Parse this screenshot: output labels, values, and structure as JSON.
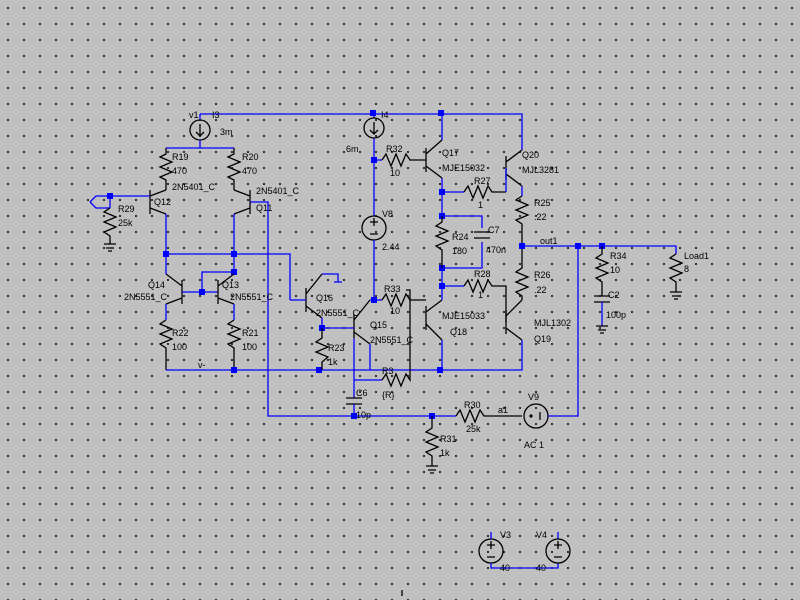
{
  "sources": {
    "v1": "v1",
    "i3": "I3",
    "i3_val": "3m",
    "i4": "I4",
    "i4_val": "6m",
    "v8": "V8",
    "v8_val": "2.44",
    "v9": "V9",
    "v9_val": "AC 1",
    "v3": "V3",
    "v3_val": "40",
    "v4": "V4",
    "v4_val": "40"
  },
  "resistors": {
    "r19": "R19",
    "r19_val": "470",
    "r20": "R20",
    "r20_val": "470",
    "r29": "R29",
    "r29_val": "25k",
    "r22": "R22",
    "r22_val": "100",
    "r21": "R21",
    "r21_val": "100",
    "r23": "R23",
    "r23_val": "1k",
    "r32": "R32",
    "r32_val": "10",
    "r33": "R33",
    "r33_val": "10",
    "r3": "R3",
    "r3_val": "{R}",
    "r27": "R27",
    "r27_val": "1",
    "r24": "R24",
    "r24_val": "180",
    "r28": "R28",
    "r28_val": "1",
    "r25": "R25",
    "r25_val": ".22",
    "r26": "R26",
    "r26_val": ".22",
    "r34": "R34",
    "r34_val": "10",
    "r30": "R30",
    "r30_val": "25k",
    "r31": "R31",
    "r31_val": "1k",
    "load1": "Load1",
    "load1_val": "8"
  },
  "capacitors": {
    "c7": "C7",
    "c7_val": "470n",
    "c6": "C6",
    "c6_val": "10p",
    "c2": "C2",
    "c2_val": "100p"
  },
  "transistors": {
    "q12": "Q12",
    "q12_model": "2N5401_C",
    "q11": "Q11",
    "q11_model": "2N5401_C",
    "q14": "Q14",
    "q14_model": "2N5551_C",
    "q13": "Q13",
    "q13_model": "2N5551_C",
    "q16": "Q16",
    "q16_model": "2N5551_C",
    "q15": "Q15",
    "q15_model": "2N5551_C",
    "q17": "Q17",
    "q17_model": "MJE15032",
    "q18": "Q18",
    "q18_model": "MJE15033",
    "q20": "Q20",
    "q20_model": "MJL3281",
    "q19": "Q19",
    "q19_model": "MJL1302"
  },
  "nets": {
    "vminus": "v-",
    "out1": "out1",
    "a1": "a1"
  }
}
